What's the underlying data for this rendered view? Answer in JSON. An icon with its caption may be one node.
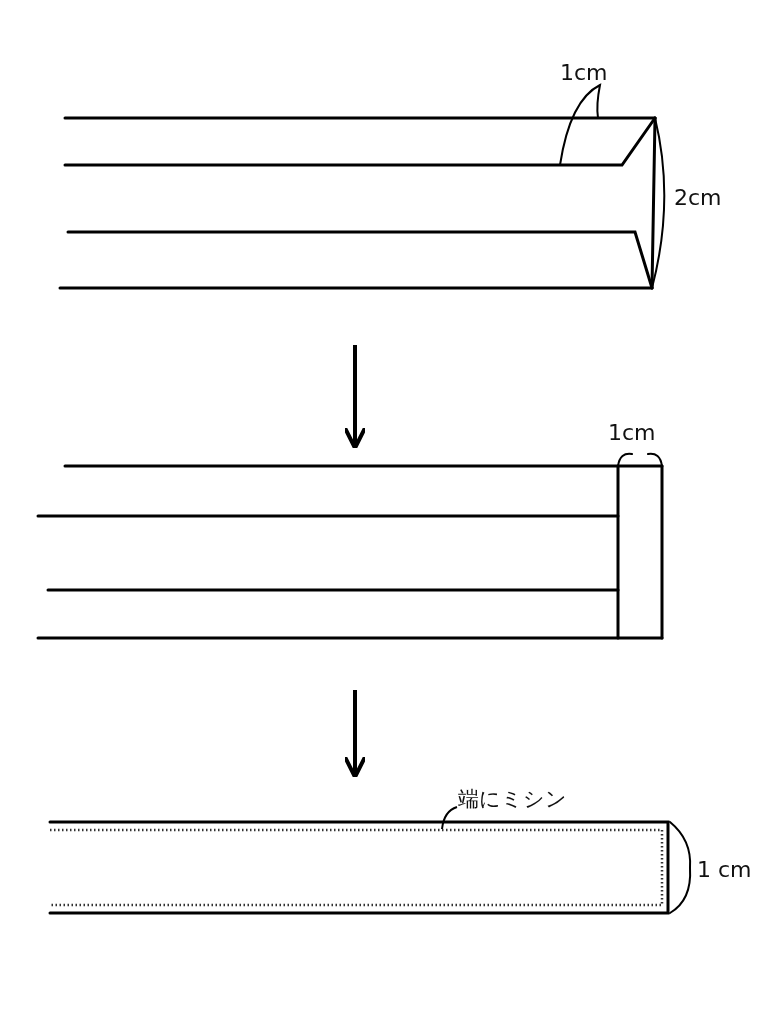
{
  "diagram": {
    "nodes": [
      {
        "text": [],
        "shape": "picture"
      },
      {
        "text": [],
        "shape": "picture"
      },
      {
        "text": [],
        "shape": "picture"
      },
      {
        "text": [
          "端にミシン"
        ],
        "in": 2
      },
      {
        "text": [],
        "shape": "line",
        "in": 2
      }
    ],
    "edges": [
      {
        "from": 0,
        "to": 1,
        "arrow": "to"
      },
      {
        "from": 1,
        "to": 2,
        "arrow": "to"
      },
      {
        "from": 3,
        "to": 4,
        "arrow": "none"
      }
    ],
    "labels": [
      "1cm",
      "2cm",
      "1cm",
      "1 cm"
    ]
  }
}
